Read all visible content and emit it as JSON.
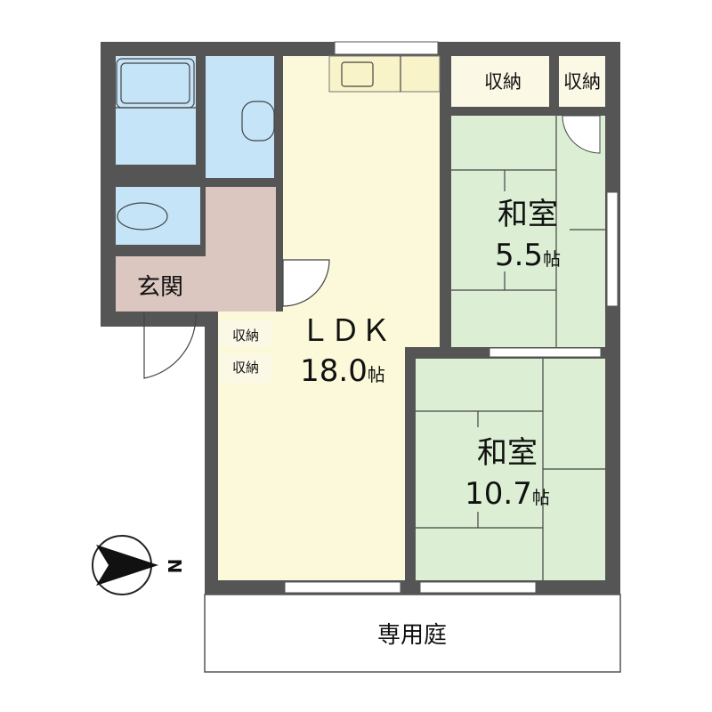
{
  "colors": {
    "wall": "#555555",
    "ldk": "#fbf9d9",
    "tatami": "#dcefd4",
    "wet_area": "#c6e4f7",
    "entrance": "#dcc6c0",
    "storage": "#fbf8e6",
    "garden": "#ffffff"
  },
  "rooms": {
    "ldk": {
      "name": "ＬＤＫ",
      "size": "18.0",
      "unit": "帖"
    },
    "washitsu_small": {
      "name": "和室",
      "size": "5.5",
      "unit": "帖"
    },
    "washitsu_large": {
      "name": "和室",
      "size": "10.7",
      "unit": "帖"
    },
    "genkan": {
      "name": "玄関"
    },
    "storage_top_left": {
      "name": "収納"
    },
    "storage_top_right": {
      "name": "収納"
    },
    "storage_hall_1": {
      "name": "収納"
    },
    "storage_hall_2": {
      "name": "収納"
    },
    "garden": {
      "name": "専用庭"
    }
  },
  "compass": {
    "label": "N",
    "icon": "north-arrow-icon"
  }
}
